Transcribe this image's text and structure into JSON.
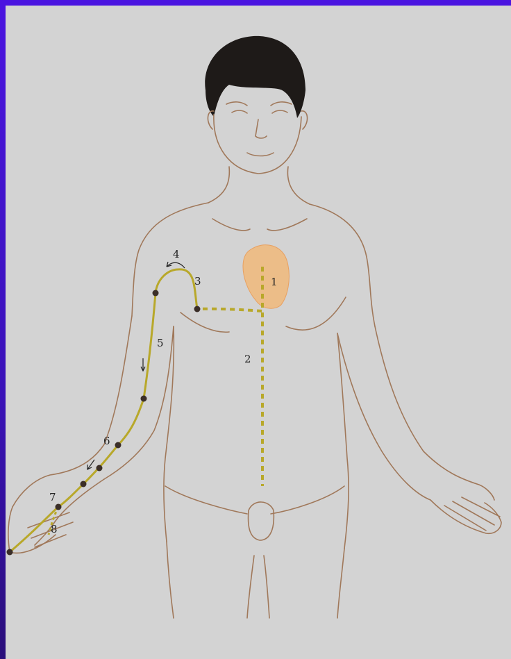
{
  "diagram": {
    "labels": [
      {
        "id": "1",
        "text": "1"
      },
      {
        "id": "2",
        "text": "2"
      },
      {
        "id": "3",
        "text": "3"
      },
      {
        "id": "4",
        "text": "4"
      },
      {
        "id": "5",
        "text": "5"
      },
      {
        "id": "6",
        "text": "6"
      },
      {
        "id": "7",
        "text": "7"
      },
      {
        "id": "8",
        "text": "8"
      }
    ]
  },
  "colors": {
    "background": "#d3d3d3",
    "frame": "#4a14e0",
    "body_outline": "#a0785a",
    "hair": "#1e1a18",
    "heart": "#f0b97a",
    "meridian": "#b8a82a",
    "acupoint": "#3a2e28"
  }
}
